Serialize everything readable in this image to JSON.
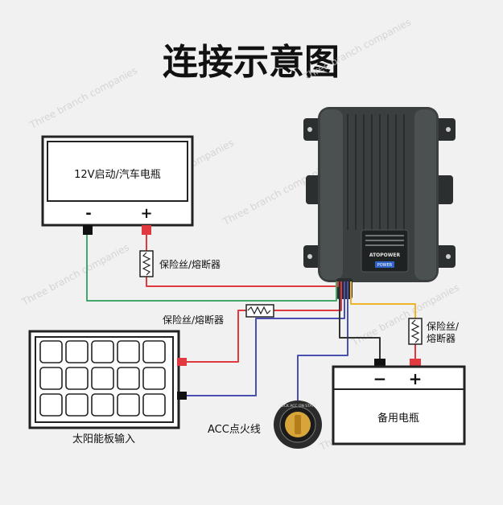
{
  "title": "连接示意图",
  "car_battery": {
    "label": "12V启动/汽车电瓶",
    "minus": "-",
    "plus": "+"
  },
  "fuse_left": "保险丝/熔断器",
  "fuse_mid": "保险丝/熔断器",
  "fuse_right_line1": "保险丝/",
  "fuse_right_line2": "熔断器",
  "solar_panel": {
    "label": "太阳能板输入"
  },
  "acc": {
    "label": "ACC点火线",
    "switch_text": "LOCK ACC ON START"
  },
  "backup_battery": {
    "label": "备用电瓶",
    "minus": "−",
    "plus": "+"
  },
  "device": {
    "brand": "ATOPOWER",
    "power_label": "POWER"
  },
  "watermark": "Three branch companies",
  "colors": {
    "red_wire": "#e0393f",
    "green_wire": "#3fa86a",
    "blue_wire": "#4a4fb2",
    "yellow_wire": "#f0b428",
    "device_body": "#3b3f3f"
  }
}
